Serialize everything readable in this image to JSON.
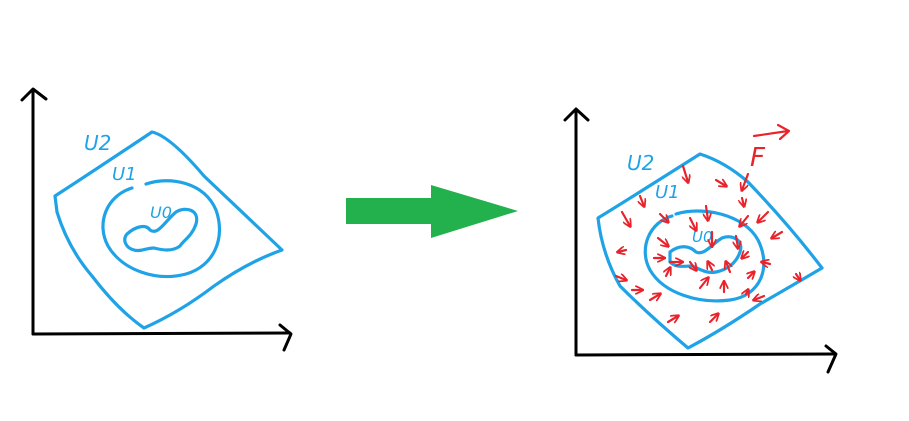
{
  "colors": {
    "axes": "#000000",
    "sets": "#1fa3e6",
    "vector_field": "#e8232b",
    "transition_arrow": "#22b14c"
  },
  "icons": {
    "transition": "right-arrow-icon"
  },
  "left_panel": {
    "labels": {
      "u2": "U2",
      "u1": "U1",
      "u0": "U0"
    }
  },
  "right_panel": {
    "labels": {
      "u2": "U2",
      "u1": "U1",
      "u0": "U0",
      "field": "F"
    }
  }
}
